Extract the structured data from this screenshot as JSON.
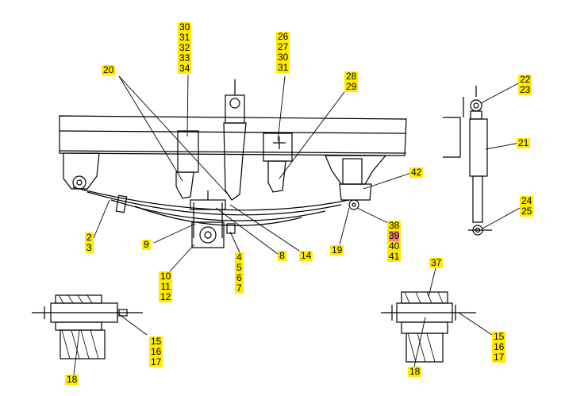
{
  "colors": {
    "callout": "#ffea00",
    "highlight": "#f08080",
    "line": "#000000"
  },
  "callouts": [
    {
      "id": "c-30-34",
      "numbers": [
        "30",
        "31",
        "32",
        "33",
        "34"
      ]
    },
    {
      "id": "c-26-31",
      "numbers": [
        "26",
        "27",
        "30",
        "31"
      ]
    },
    {
      "id": "c-20",
      "numbers": [
        "20"
      ]
    },
    {
      "id": "c-28-29",
      "numbers": [
        "28",
        "29"
      ]
    },
    {
      "id": "c-22-23",
      "numbers": [
        "22",
        "23"
      ]
    },
    {
      "id": "c-21",
      "numbers": [
        "21"
      ]
    },
    {
      "id": "c-42",
      "numbers": [
        "42"
      ]
    },
    {
      "id": "c-24-25",
      "numbers": [
        "24",
        "25"
      ]
    },
    {
      "id": "c-2-3",
      "numbers": [
        "2",
        "3"
      ]
    },
    {
      "id": "c-9",
      "numbers": [
        "9"
      ]
    },
    {
      "id": "c-38-41",
      "numbers": [
        "38",
        "39",
        "40",
        "41"
      ],
      "highlighted": "39"
    },
    {
      "id": "c-19",
      "numbers": [
        "19"
      ]
    },
    {
      "id": "c-8",
      "numbers": [
        "8"
      ]
    },
    {
      "id": "c-14",
      "numbers": [
        "14"
      ]
    },
    {
      "id": "c-4-7",
      "numbers": [
        "4",
        "5",
        "6",
        "7"
      ]
    },
    {
      "id": "c-10-12",
      "numbers": [
        "10",
        "11",
        "12"
      ]
    },
    {
      "id": "c-37",
      "numbers": [
        "37"
      ]
    },
    {
      "id": "c-15-17-left",
      "numbers": [
        "15",
        "16",
        "17"
      ]
    },
    {
      "id": "c-15-17-right",
      "numbers": [
        "15",
        "16",
        "17"
      ]
    },
    {
      "id": "c-18-left",
      "numbers": [
        "18"
      ]
    },
    {
      "id": "c-18-right",
      "numbers": [
        "18"
      ]
    }
  ]
}
